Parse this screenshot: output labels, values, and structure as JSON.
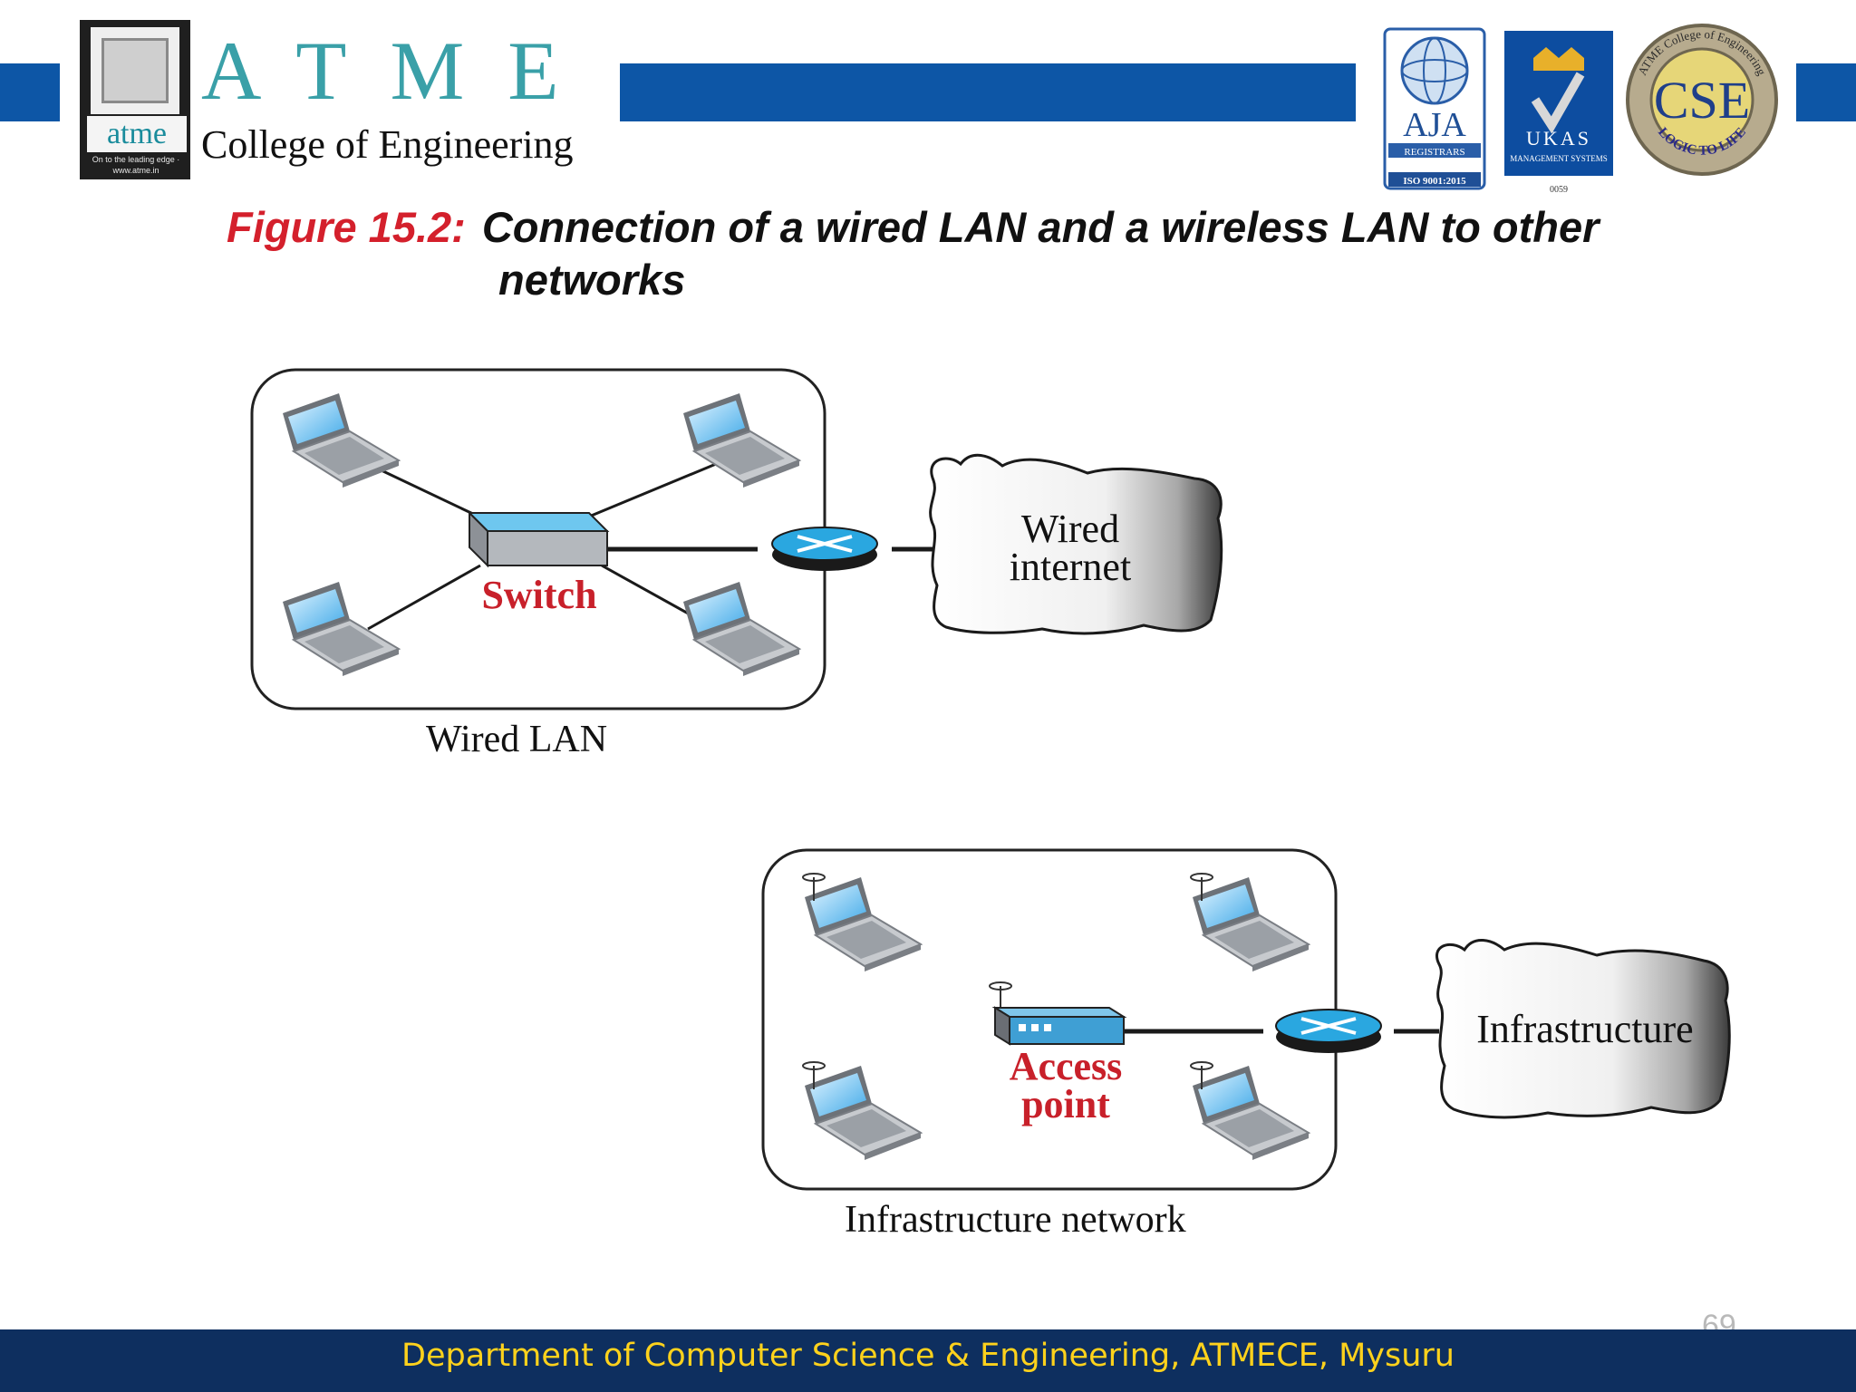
{
  "header": {
    "logo_word": "atme",
    "logo_tagline": "On to the leading edge · www.atme.in",
    "college_name_big": "ATME",
    "college_name_sub": "College of Engineering",
    "cert_aja": "AJA",
    "cert_aja_sub": "REGISTRARS",
    "cert_iso": "ISO 9001:2015",
    "cert_ukas": "UKAS",
    "cert_ukas_sub": "MANAGEMENT SYSTEMS",
    "cert_ukas_num": "0059",
    "cse_badge": "CSE",
    "cse_ring_text": "ATME College of Engineering",
    "cse_motto": "LOGIC TO LIFE",
    "bar_color": "#0d56a6"
  },
  "figure": {
    "number": "Figure 15.2:",
    "title_line1": "Connection of a wired LAN and a wireless LAN to other",
    "title_line2": "networks"
  },
  "wired": {
    "switch_label": "Switch",
    "cloud_line1": "Wired",
    "cloud_line2": "internet",
    "lan_caption": "Wired LAN"
  },
  "wireless": {
    "ap_line1": "Access",
    "ap_line2": "point",
    "cloud_label": "Infrastructure",
    "network_caption": "Infrastructure network"
  },
  "footer": {
    "text": "Department of Computer Science & Engineering, ATMECE, Mysuru",
    "page_number": "69",
    "background": "#0e2f5f",
    "text_color": "#ffd21c"
  }
}
